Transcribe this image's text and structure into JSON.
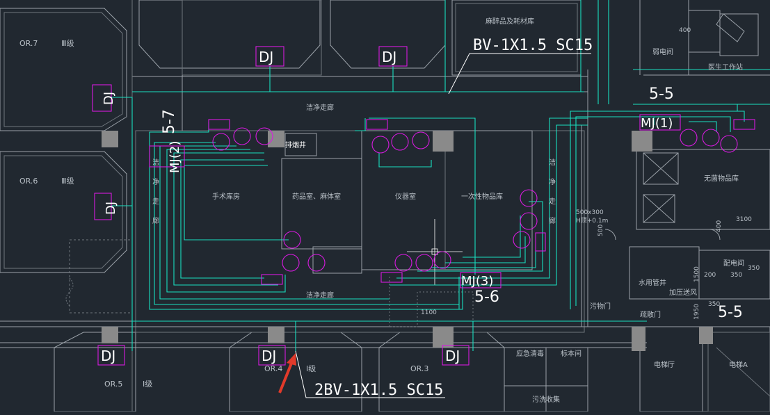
{
  "colors": {
    "background": "#212830",
    "wall": "#9aa1a8",
    "wall_dim": "#6f767d",
    "wire": "#19e0c0",
    "device": "#d81be0",
    "label": "#ffffff",
    "column": "#8a8a8a",
    "arrow": "#e23a2a"
  },
  "labels": {
    "dj": "DJ",
    "wire_top": "BV-1X1.5 SC15",
    "wire_bottom": "2BV-1X1.5 SC15",
    "circuit_5_5_top": "5-5",
    "circuit_5_5_bottom": "5-5",
    "circuit_5_6": "5-6",
    "circuit_5_7": "5-7",
    "mj1": "MJ(1)",
    "mj2": "MJ(2)",
    "mj3": "MJ(3)"
  },
  "rooms": {
    "or7": "OR.7",
    "or6": "OR.6",
    "or5": "OR.5",
    "or4": "OR.4",
    "or3": "OR.3",
    "grade_iii_1": "Ⅲ级",
    "grade_iii_2": "Ⅲ级",
    "grade_i_1": "Ⅰ级",
    "grade_i_2": "Ⅰ级",
    "anesthesia_store": "麻醉品及耗材库",
    "clean_corridor_top": "洁净走廊",
    "clean_corridor_bottom": "洁净走廊",
    "clean_corridor_right": "洁净走廊",
    "clean_corridor_left": "洁净走廊",
    "exhaust_shaft": "排烟井",
    "surgical_store": "手术库房",
    "drug_room": "药品室、麻体室",
    "instrument_room": "仪器室",
    "disposable_store": "一次性物品库",
    "weak_room": "弱电间",
    "doctor_station": "医生工作站",
    "sterile_store": "无菌物品库",
    "water_room": "水用管井",
    "heat_room": "加压送风",
    "power_room": "配电间",
    "elevator_hall": "电梯厅",
    "elevator": "电梯A",
    "emergency_clean": "应急清毒",
    "specimen_room": "标本间",
    "dirty_collect": "污洗收集",
    "dirty_door": "污物门",
    "escape_door": "疏散门"
  },
  "dimensions": {
    "d500x300": "500x300",
    "d_height": "H顶+0.1m",
    "d500": "500",
    "d400a": "400",
    "d400b": "400",
    "d3100": "3100",
    "d1100": "1100",
    "d1950": "1950",
    "d1500": "1500",
    "d200": "200",
    "d350a": "350",
    "d350b": "350",
    "d350c": "350"
  }
}
